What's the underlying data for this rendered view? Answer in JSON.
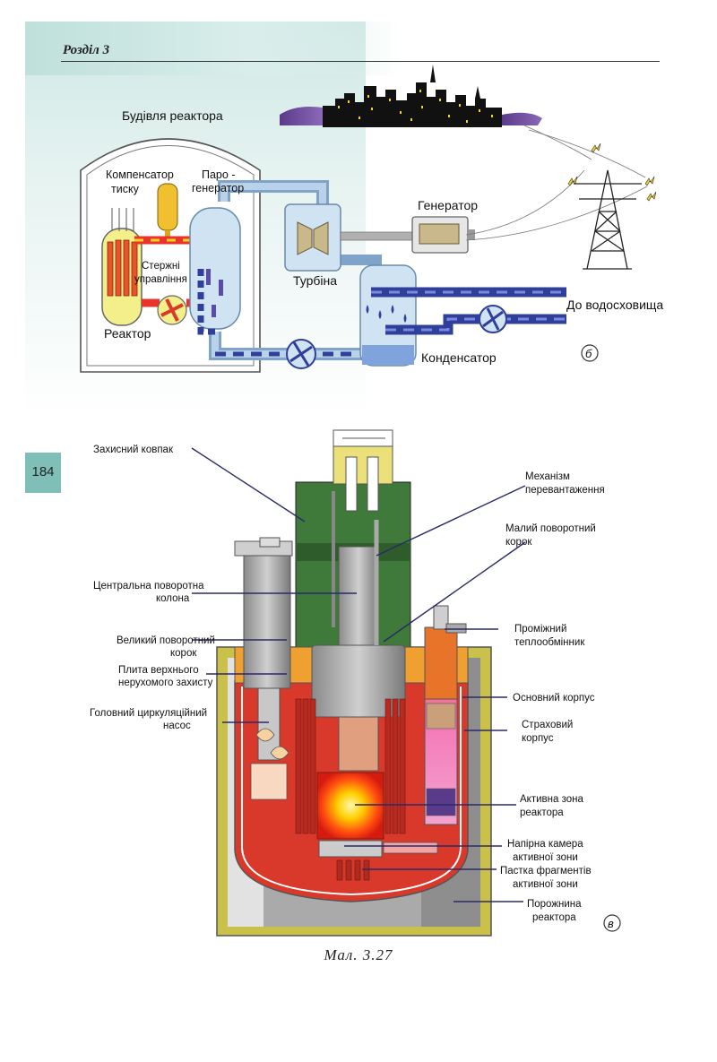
{
  "header": {
    "section": "Розділ 3",
    "page_number": "184"
  },
  "diagram_b": {
    "label": "б",
    "building": "Будівля реактора",
    "compensator_1": "Компенсатор",
    "compensator_2": "тиску",
    "steamgen_1": "Паро -",
    "steamgen_2": "генератор",
    "rods_1": "Стержні",
    "rods_2": "управління",
    "reactor": "Реактор",
    "turbine": "Турбіна",
    "generator": "Генератор",
    "reservoir": "До водосховища",
    "condenser": "Конденсатор"
  },
  "diagram_v": {
    "label": "в",
    "left_labels": [
      "Захисний ковпак",
      "Центральна поворотна",
      "колона",
      "Великий поворотний",
      "корок",
      "Плита верхнього",
      "нерухомого захисту",
      "Головний циркуляційний",
      "насос"
    ],
    "right_labels": [
      "Механізм",
      "перевантаження",
      "Малий поворотний",
      "корок",
      "Проміжний",
      "теплообмінник",
      "Основний корпус",
      "Страховий",
      "корпус",
      "Активна зона",
      "реактора",
      "Напірна камера",
      "активної зони",
      "Пастка фрагментів",
      "активної зони",
      "Порожнина",
      "реактора"
    ]
  },
  "caption": "Мал. 3.27",
  "colors": {
    "accent_teal": "#7fbfb8",
    "hot_loop": "#e8342b",
    "cold_loop": "#2f3f9a",
    "water": "#cfe3f3",
    "housing_green": "#3f7a3a"
  }
}
